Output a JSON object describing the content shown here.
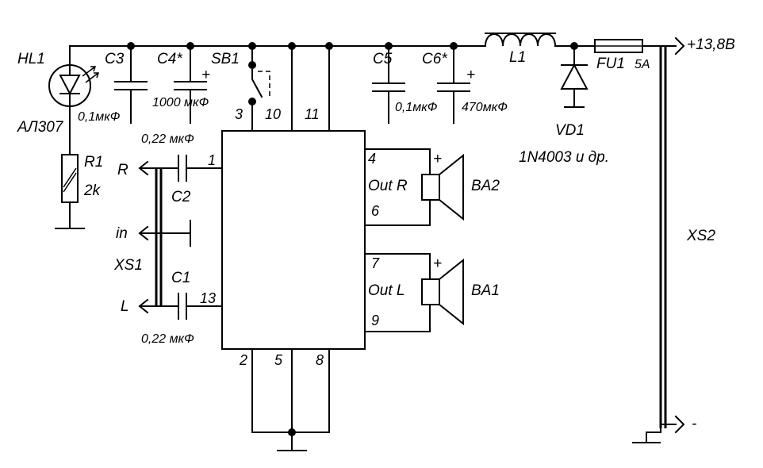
{
  "labels": {
    "hl1": "HL1",
    "hl1_type": "АЛ307",
    "c3": "C3",
    "c3_value": "0,1мкФ",
    "c4": "C4*",
    "c4_value": "1000 мкФ",
    "c4_plus": "+",
    "sb1": "SB1",
    "c5": "C5",
    "c5_value": "0,1мкФ",
    "c6": "C6*",
    "c6_value": "470мкФ",
    "c6_plus": "+",
    "l1": "L1",
    "fu1": "FU1",
    "fu1_value": "5А",
    "supply": "+13,8В",
    "vd1": "VD1",
    "vd1_type": "1N4003 и др.",
    "xs2": "XS2",
    "minus": "-",
    "r1": "R1",
    "r1_value": "2k",
    "c2": "C2",
    "c2_value": "0,22 мкФ",
    "c1": "C1",
    "c1_value": "0,22 мкФ",
    "xs1": "XS1",
    "in_r": "R",
    "in_in": "in",
    "in_l": "L",
    "out_r": "Out R",
    "out_l": "Out L",
    "ba2": "BA2",
    "ba1": "BA1",
    "ba2_plus": "+",
    "ba1_plus": "+"
  },
  "pins": {
    "p1": "1",
    "p2": "2",
    "p3": "3",
    "p4": "4",
    "p5": "5",
    "p6": "6",
    "p7": "7",
    "p8": "8",
    "p9": "9",
    "p10": "10",
    "p11": "11",
    "p13": "13"
  }
}
